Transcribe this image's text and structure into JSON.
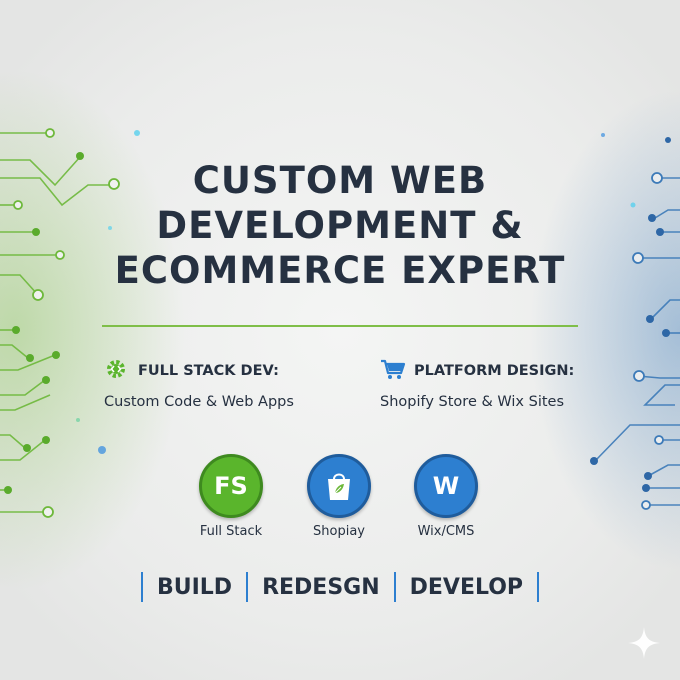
{
  "headline": {
    "line1": "CUSTOM WEB",
    "line2": "DEVELOPMENT &",
    "line3": "ECOMMERCE EXPERT"
  },
  "features": [
    {
      "icon": "gear-code-icon",
      "title": "FULL STACK DEV:",
      "description": "Custom Code & Web Apps"
    },
    {
      "icon": "shopping-cart-icon",
      "title": "PLATFORM DESIGN:",
      "description": "Shopify Store & Wix Sites"
    }
  ],
  "badges": [
    {
      "icon_text": "FS",
      "label": "Full Stack",
      "color": "#5ab52c"
    },
    {
      "icon": "shopping-bag-icon",
      "label": "Shopiay",
      "color": "#2d7fd0"
    },
    {
      "icon_text": "W",
      "label": "Wix/CMS",
      "color": "#2d7fd0"
    }
  ],
  "tagline": [
    "BUILD",
    "REDESGN",
    "DEVELOP"
  ],
  "colors": {
    "text": "#263141",
    "green_accent": "#7fbe48",
    "blue_accent": "#2d7fd0"
  }
}
